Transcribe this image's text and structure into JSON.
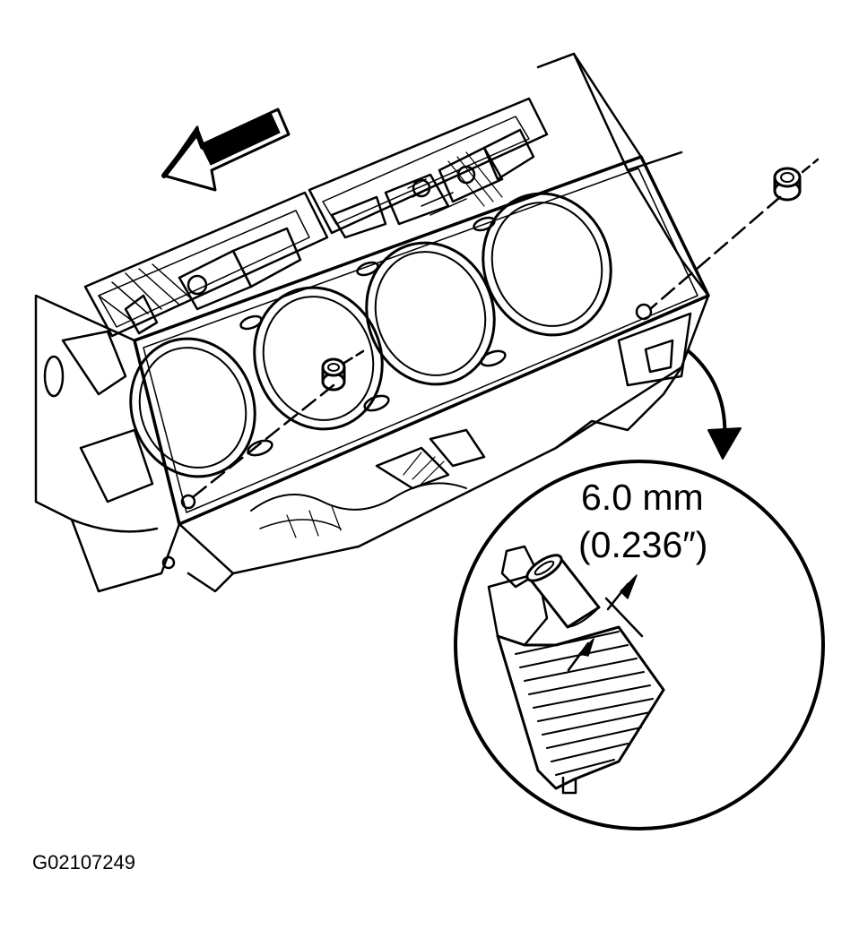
{
  "figure": {
    "dimension_mm": "6.0 mm",
    "dimension_in": "(0.236″)",
    "figure_id": "G02107249"
  },
  "icons": {
    "direction_arrow": "front-direction-arrow-icon",
    "detail_arrow": "curved-callout-arrow-icon",
    "dowel": "dowel-pin-icon"
  },
  "colors": {
    "ink": "#000000",
    "paper": "#ffffff"
  }
}
